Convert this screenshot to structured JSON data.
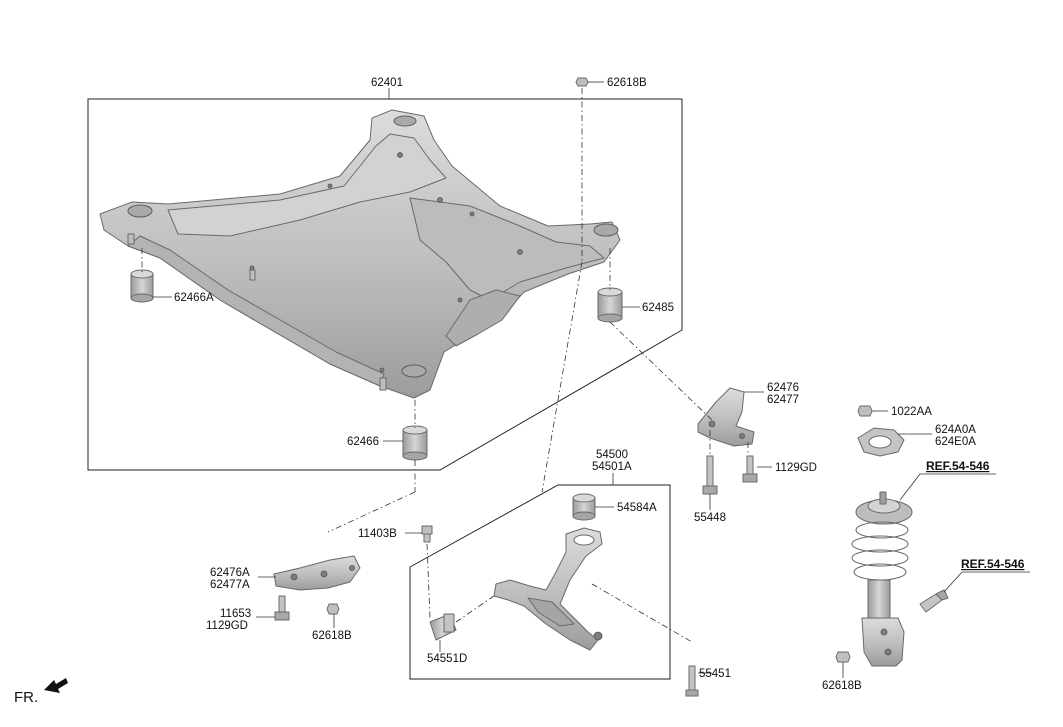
{
  "labels": {
    "p62401": "62401",
    "p62618B_top": "62618B",
    "p62466A": "62466A",
    "p62485": "62485",
    "p62466": "62466",
    "p62476": "62476",
    "p62477": "62477",
    "p1022AA": "1022AA",
    "p624A0A": "624A0A",
    "p624E0A": "624E0A",
    "ref1": "REF.54-546",
    "ref2": "REF.54-546",
    "p1129GD_right": "1129GD",
    "p55448": "55448",
    "p54500": "54500",
    "p54501A": "54501A",
    "p54584A": "54584A",
    "p11403B": "11403B",
    "p62476A": "62476A",
    "p62477A": "62477A",
    "p11653": "11653",
    "p1129GD_left": "1129GD",
    "p62618B_left": "62618B",
    "p54551D": "54551D",
    "p55451": "55451",
    "p62618B_strut": "62618B",
    "fr": "FR."
  },
  "colors": {
    "part_fill": "#c9c9c9",
    "part_stroke": "#6a6a6a",
    "line": "#222222"
  },
  "icons": {
    "direction": "front-arrow-icon"
  }
}
